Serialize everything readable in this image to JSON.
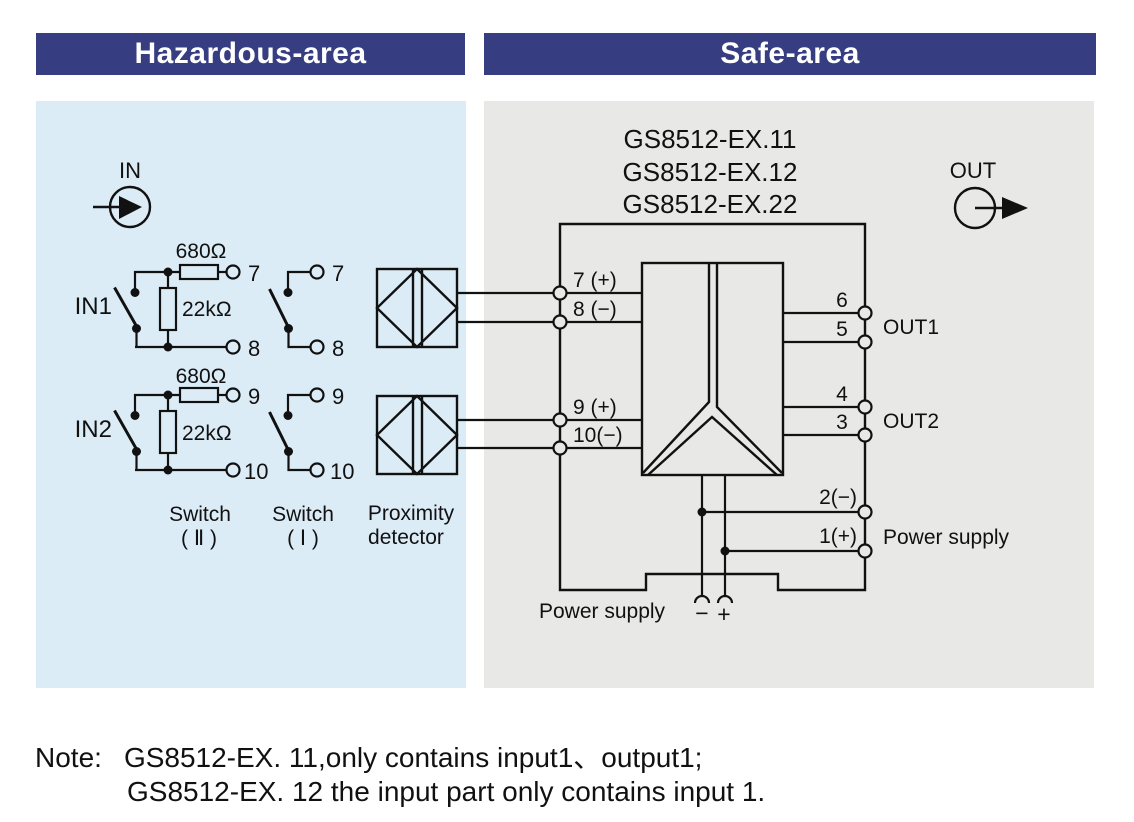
{
  "headers": {
    "hazardous": "Hazardous-area",
    "safe": "Safe-area"
  },
  "colors": {
    "header_bg": "#363d80",
    "header_text": "#ffffff",
    "hazardous_bg": "#dcecf7",
    "safe_bg": "#e8e8e6",
    "line": "#1a1a1a"
  },
  "hazardous": {
    "in_label": "IN",
    "in1": {
      "label": "IN1",
      "r_series": "680Ω",
      "r_shunt": "22kΩ",
      "t_top": "7",
      "t_bot": "8"
    },
    "in2": {
      "label": "IN2",
      "r_series": "680Ω",
      "r_shunt": "22kΩ",
      "t_top": "9",
      "t_bot": "10"
    },
    "sw1_in1": {
      "t_top": "7",
      "t_bot": "8"
    },
    "sw1_in2": {
      "t_top": "9",
      "t_bot": "10"
    },
    "captions": {
      "switch2_l1": "Switch",
      "switch2_l2": "( Ⅱ )",
      "switch1_l1": "Switch",
      "switch1_l2": "( Ⅰ )",
      "prox_l1": "Proximity",
      "prox_l2": "detector"
    }
  },
  "safe": {
    "models": [
      "GS8512-EX.11",
      "GS8512-EX.12",
      "GS8512-EX.22"
    ],
    "out_label": "OUT",
    "left_terminals": {
      "t7": "7 (+)",
      "t8": "8 (−)",
      "t9": "9 (+)",
      "t10": "10(−)"
    },
    "right_terminals": {
      "t6": "6",
      "t5": "5",
      "out1": "OUT1",
      "t4": "4",
      "t3": "3",
      "out2": "OUT2",
      "t2": "2(−)",
      "t1": "1(+)",
      "power": "Power supply"
    },
    "bottom": {
      "power_label": "Power supply",
      "minus": "−",
      "plus": "+"
    }
  },
  "note": {
    "prefix": "Note:",
    "line1": "GS8512-EX. 11,only contains input1、output1;",
    "line2": "GS8512-EX. 12 the input part only contains input 1."
  }
}
